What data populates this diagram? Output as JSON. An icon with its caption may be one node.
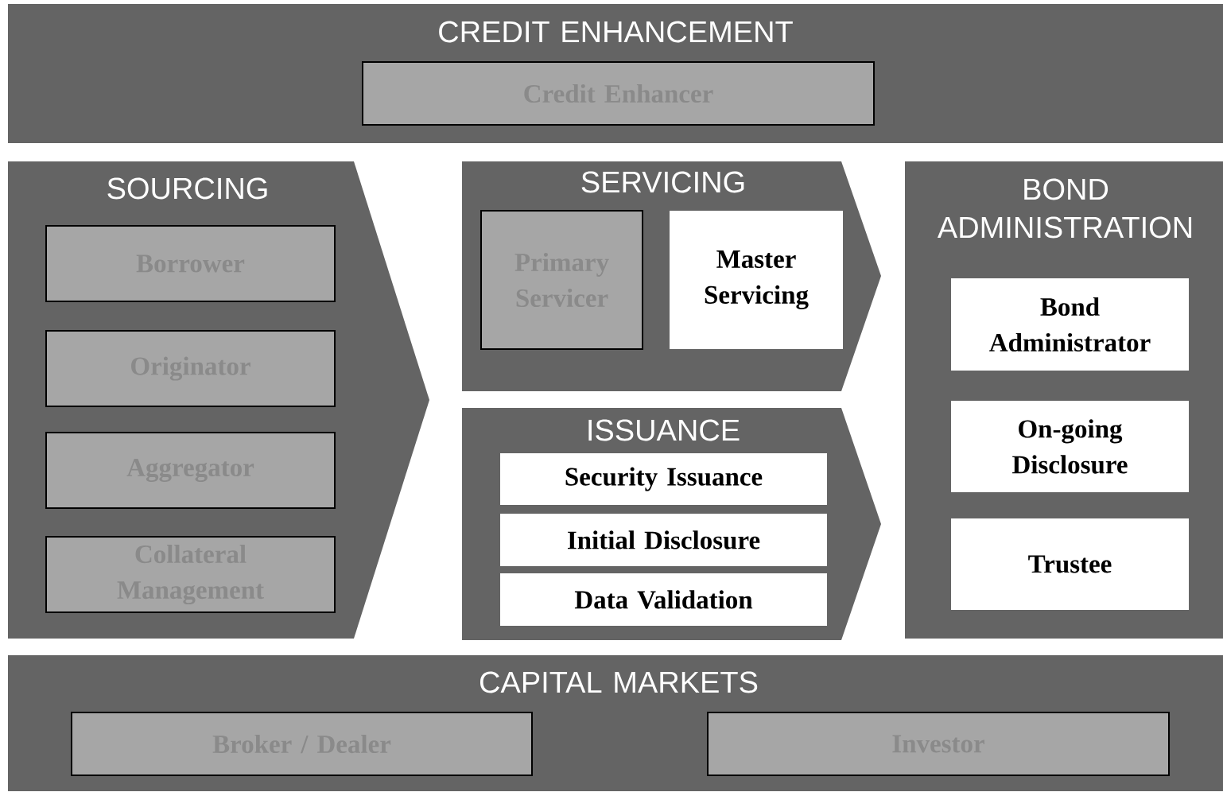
{
  "diagram": {
    "nodes": [
      {
        "text": [
          "CREDIT ENHANCEMENT"
        ]
      },
      {
        "text": [
          "Credit Enhancer"
        ],
        "in": 0
      },
      {
        "text": [
          "SOURCING"
        ]
      },
      {
        "text": [
          "Borrower"
        ],
        "in": 2
      },
      {
        "text": [
          "Originator"
        ],
        "in": 2
      },
      {
        "text": [
          "Aggregator"
        ],
        "in": 2
      },
      {
        "text": [
          "Collateral Management"
        ],
        "in": 2
      },
      {
        "text": [
          "SERVICING"
        ]
      },
      {
        "text": [
          "Primary Servicer"
        ],
        "in": 7
      },
      {
        "text": [
          "Master Servicing"
        ],
        "in": 7
      },
      {
        "text": [
          "ISSUANCE"
        ]
      },
      {
        "text": [
          "Security Issuance"
        ],
        "in": 10
      },
      {
        "text": [
          "Initial Disclosure"
        ],
        "in": 10
      },
      {
        "text": [
          "Data Validation"
        ],
        "in": 10
      },
      {
        "text": [
          "BOND ADMINISTRATION"
        ]
      },
      {
        "text": [
          "Bond Administrator"
        ],
        "in": 14
      },
      {
        "text": [
          "On-going Disclosure"
        ],
        "in": 14
      },
      {
        "text": [
          "Trustee"
        ],
        "in": 14
      },
      {
        "text": [
          "CAPITAL MARKETS"
        ]
      },
      {
        "text": [
          "Broker / Dealer"
        ],
        "in": 18
      },
      {
        "text": [
          "Investor"
        ],
        "in": 18
      }
    ]
  }
}
